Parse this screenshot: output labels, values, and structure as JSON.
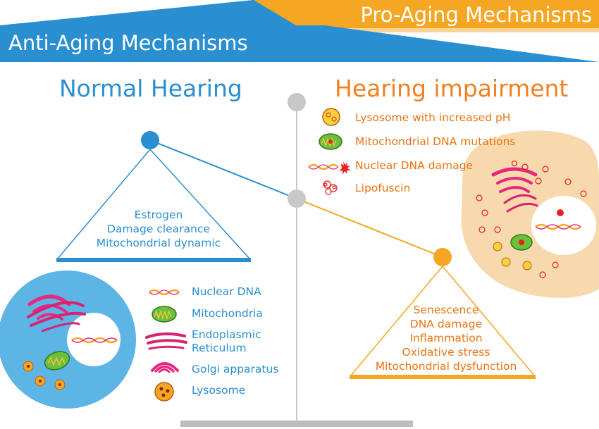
{
  "banner": {
    "pro_aging": "Pro-Aging Mechanisms",
    "anti_aging": "Anti-Aging Mechanisms"
  },
  "headings": {
    "normal": "Normal Hearing",
    "impairment": "Hearing impairment"
  },
  "left_triangle": [
    "Estrogen",
    "Damage clearance",
    "Mitochondrial dynamic"
  ],
  "right_triangle": [
    "Senescence",
    "DNA damage",
    "Inflammation",
    "Oxidative stress",
    "Mitochondrial dysfunction"
  ],
  "impairment_legend": [
    {
      "icon": "lysosome-ph-icon",
      "label": "Lysosome with increased pH"
    },
    {
      "icon": "mitochondria-mutation-icon",
      "label": "Mitochondrial DNA mutations"
    },
    {
      "icon": "dna-damage-icon",
      "label": "Nuclear DNA damage"
    },
    {
      "icon": "lipofuscin-icon",
      "label": "Lipofuscin"
    }
  ],
  "organelle_legend": [
    {
      "icon": "nuclear-dna-icon",
      "label": "Nuclear DNA"
    },
    {
      "icon": "mitochondria-icon",
      "label": "Mitochondria"
    },
    {
      "icon": "er-icon",
      "label": "Endoplasmic\nReticulum"
    },
    {
      "icon": "golgi-icon",
      "label": "Golgi apparatus"
    },
    {
      "icon": "lysosome-icon",
      "label": "Lysosome"
    }
  ],
  "colors": {
    "blue": "#2a8fd0",
    "orange": "#f5a623",
    "text_orange": "#e87410",
    "cell_orange": "#f7d9ad",
    "cell_blue": "#5cb5e5",
    "gray": "#bdbdbd"
  }
}
